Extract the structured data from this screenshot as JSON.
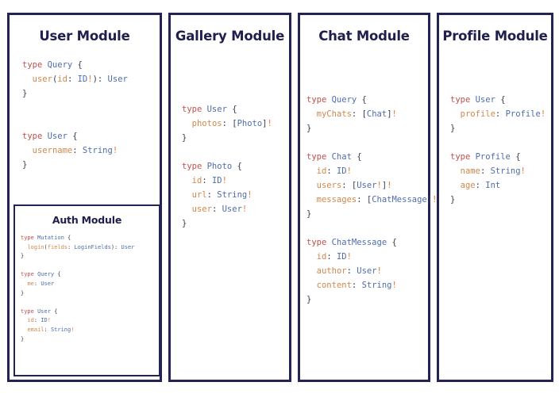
{
  "page": {
    "background_color": "#ffffff",
    "border_color": "#242454",
    "title_color": "#20204e",
    "syntax_colors": {
      "keyword": "#c0504d",
      "type": "#4e6caf",
      "field": "#d2874a",
      "punctuation": "#3b3b52",
      "bang": "#e07b39"
    }
  },
  "modules": [
    {
      "id": "user",
      "title": "User Module",
      "code_lines": [
        [
          {
            "t": "type ",
            "c": "kw"
          },
          {
            "t": "Query",
            "c": "ty"
          },
          {
            "t": " {",
            "c": "pun"
          }
        ],
        [
          {
            "t": "  ",
            "c": "pun"
          },
          {
            "t": "user",
            "c": "fld"
          },
          {
            "t": "(",
            "c": "pun"
          },
          {
            "t": "id",
            "c": "fld"
          },
          {
            "t": ": ",
            "c": "pun"
          },
          {
            "t": "ID",
            "c": "ty"
          },
          {
            "t": "!",
            "c": "bang"
          },
          {
            "t": "): ",
            "c": "pun"
          },
          {
            "t": "User",
            "c": "ty"
          }
        ],
        [
          {
            "t": "}",
            "c": "pun"
          }
        ],
        [
          {
            "t": "",
            "c": "pun"
          }
        ],
        [
          {
            "t": "",
            "c": "pun"
          }
        ],
        [
          {
            "t": "type ",
            "c": "kw"
          },
          {
            "t": "User",
            "c": "ty"
          },
          {
            "t": " {",
            "c": "pun"
          }
        ],
        [
          {
            "t": "  ",
            "c": "pun"
          },
          {
            "t": "username",
            "c": "fld"
          },
          {
            "t": ": ",
            "c": "pun"
          },
          {
            "t": "String",
            "c": "ty"
          },
          {
            "t": "!",
            "c": "bang"
          }
        ],
        [
          {
            "t": "}",
            "c": "pun"
          }
        ]
      ]
    },
    {
      "id": "gallery",
      "title": "Gallery Module",
      "code_lines": [
        [
          {
            "t": "type ",
            "c": "kw"
          },
          {
            "t": "User",
            "c": "ty"
          },
          {
            "t": " {",
            "c": "pun"
          }
        ],
        [
          {
            "t": "  ",
            "c": "pun"
          },
          {
            "t": "photos",
            "c": "fld"
          },
          {
            "t": ": [",
            "c": "pun"
          },
          {
            "t": "Photo",
            "c": "ty"
          },
          {
            "t": "]",
            "c": "pun"
          },
          {
            "t": "!",
            "c": "bang"
          }
        ],
        [
          {
            "t": "}",
            "c": "pun"
          }
        ],
        [
          {
            "t": "",
            "c": "pun"
          }
        ],
        [
          {
            "t": "type ",
            "c": "kw"
          },
          {
            "t": "Photo",
            "c": "ty"
          },
          {
            "t": " {",
            "c": "pun"
          }
        ],
        [
          {
            "t": "  ",
            "c": "pun"
          },
          {
            "t": "id",
            "c": "fld"
          },
          {
            "t": ": ",
            "c": "pun"
          },
          {
            "t": "ID",
            "c": "ty"
          },
          {
            "t": "!",
            "c": "bang"
          }
        ],
        [
          {
            "t": "  ",
            "c": "pun"
          },
          {
            "t": "url",
            "c": "fld"
          },
          {
            "t": ": ",
            "c": "pun"
          },
          {
            "t": "String",
            "c": "ty"
          },
          {
            "t": "!",
            "c": "bang"
          }
        ],
        [
          {
            "t": "  ",
            "c": "pun"
          },
          {
            "t": "user",
            "c": "fld"
          },
          {
            "t": ": ",
            "c": "pun"
          },
          {
            "t": "User",
            "c": "ty"
          },
          {
            "t": "!",
            "c": "bang"
          }
        ],
        [
          {
            "t": "}",
            "c": "pun"
          }
        ]
      ]
    },
    {
      "id": "chat",
      "title": "Chat Module",
      "code_lines": [
        [
          {
            "t": "type ",
            "c": "kw"
          },
          {
            "t": "Query",
            "c": "ty"
          },
          {
            "t": " {",
            "c": "pun"
          }
        ],
        [
          {
            "t": "  ",
            "c": "pun"
          },
          {
            "t": "myChats",
            "c": "fld"
          },
          {
            "t": ": [",
            "c": "pun"
          },
          {
            "t": "Chat",
            "c": "ty"
          },
          {
            "t": "]",
            "c": "pun"
          },
          {
            "t": "!",
            "c": "bang"
          }
        ],
        [
          {
            "t": "}",
            "c": "pun"
          }
        ],
        [
          {
            "t": "",
            "c": "pun"
          }
        ],
        [
          {
            "t": "type ",
            "c": "kw"
          },
          {
            "t": "Chat",
            "c": "ty"
          },
          {
            "t": " {",
            "c": "pun"
          }
        ],
        [
          {
            "t": "  ",
            "c": "pun"
          },
          {
            "t": "id",
            "c": "fld"
          },
          {
            "t": ": ",
            "c": "pun"
          },
          {
            "t": "ID",
            "c": "ty"
          },
          {
            "t": "!",
            "c": "bang"
          }
        ],
        [
          {
            "t": "  ",
            "c": "pun"
          },
          {
            "t": "users",
            "c": "fld"
          },
          {
            "t": ": [",
            "c": "pun"
          },
          {
            "t": "User",
            "c": "ty"
          },
          {
            "t": "!",
            "c": "bang"
          },
          {
            "t": "]",
            "c": "pun"
          },
          {
            "t": "!",
            "c": "bang"
          }
        ],
        [
          {
            "t": "  ",
            "c": "pun"
          },
          {
            "t": "messages",
            "c": "fld"
          },
          {
            "t": ": [",
            "c": "pun"
          },
          {
            "t": "ChatMessage",
            "c": "ty"
          },
          {
            "t": "]",
            "c": "pun"
          },
          {
            "t": "!",
            "c": "bang"
          }
        ],
        [
          {
            "t": "}",
            "c": "pun"
          }
        ],
        [
          {
            "t": "",
            "c": "pun"
          }
        ],
        [
          {
            "t": "type ",
            "c": "kw"
          },
          {
            "t": "ChatMessage",
            "c": "ty"
          },
          {
            "t": " {",
            "c": "pun"
          }
        ],
        [
          {
            "t": "  ",
            "c": "pun"
          },
          {
            "t": "id",
            "c": "fld"
          },
          {
            "t": ": ",
            "c": "pun"
          },
          {
            "t": "ID",
            "c": "ty"
          },
          {
            "t": "!",
            "c": "bang"
          }
        ],
        [
          {
            "t": "  ",
            "c": "pun"
          },
          {
            "t": "author",
            "c": "fld"
          },
          {
            "t": ": ",
            "c": "pun"
          },
          {
            "t": "User",
            "c": "ty"
          },
          {
            "t": "!",
            "c": "bang"
          }
        ],
        [
          {
            "t": "  ",
            "c": "pun"
          },
          {
            "t": "content",
            "c": "fld"
          },
          {
            "t": ": ",
            "c": "pun"
          },
          {
            "t": "String",
            "c": "ty"
          },
          {
            "t": "!",
            "c": "bang"
          }
        ],
        [
          {
            "t": "}",
            "c": "pun"
          }
        ]
      ]
    },
    {
      "id": "profile",
      "title": "Profile Module",
      "code_lines": [
        [
          {
            "t": "type ",
            "c": "kw"
          },
          {
            "t": "User",
            "c": "ty"
          },
          {
            "t": " {",
            "c": "pun"
          }
        ],
        [
          {
            "t": "  ",
            "c": "pun"
          },
          {
            "t": "profile",
            "c": "fld"
          },
          {
            "t": ": ",
            "c": "pun"
          },
          {
            "t": "Profile",
            "c": "ty"
          },
          {
            "t": "!",
            "c": "bang"
          }
        ],
        [
          {
            "t": "}",
            "c": "pun"
          }
        ],
        [
          {
            "t": "",
            "c": "pun"
          }
        ],
        [
          {
            "t": "type ",
            "c": "kw"
          },
          {
            "t": "Profile",
            "c": "ty"
          },
          {
            "t": " {",
            "c": "pun"
          }
        ],
        [
          {
            "t": "  ",
            "c": "pun"
          },
          {
            "t": "name",
            "c": "fld"
          },
          {
            "t": ": ",
            "c": "pun"
          },
          {
            "t": "String",
            "c": "ty"
          },
          {
            "t": "!",
            "c": "bang"
          }
        ],
        [
          {
            "t": "  ",
            "c": "pun"
          },
          {
            "t": "age",
            "c": "fld"
          },
          {
            "t": ": ",
            "c": "pun"
          },
          {
            "t": "Int",
            "c": "ty"
          }
        ],
        [
          {
            "t": "}",
            "c": "pun"
          }
        ]
      ]
    }
  ],
  "nested_modules": [
    {
      "id": "auth",
      "parent": "user",
      "title": "Auth Module",
      "code_lines": [
        [
          {
            "t": "type ",
            "c": "kw"
          },
          {
            "t": "Mutation",
            "c": "ty"
          },
          {
            "t": " {",
            "c": "pun"
          }
        ],
        [
          {
            "t": "  ",
            "c": "pun"
          },
          {
            "t": "login",
            "c": "fld"
          },
          {
            "t": "(",
            "c": "pun"
          },
          {
            "t": "fields",
            "c": "fld"
          },
          {
            "t": ": ",
            "c": "pun"
          },
          {
            "t": "LoginFields",
            "c": "ty"
          },
          {
            "t": "): ",
            "c": "pun"
          },
          {
            "t": "User",
            "c": "ty"
          }
        ],
        [
          {
            "t": "}",
            "c": "pun"
          }
        ],
        [
          {
            "t": "",
            "c": "pun"
          }
        ],
        [
          {
            "t": "type ",
            "c": "kw"
          },
          {
            "t": "Query",
            "c": "ty"
          },
          {
            "t": " {",
            "c": "pun"
          }
        ],
        [
          {
            "t": "  ",
            "c": "pun"
          },
          {
            "t": "me",
            "c": "fld"
          },
          {
            "t": ": ",
            "c": "pun"
          },
          {
            "t": "User",
            "c": "ty"
          }
        ],
        [
          {
            "t": "}",
            "c": "pun"
          }
        ],
        [
          {
            "t": "",
            "c": "pun"
          }
        ],
        [
          {
            "t": "type ",
            "c": "kw"
          },
          {
            "t": "User",
            "c": "ty"
          },
          {
            "t": " {",
            "c": "pun"
          }
        ],
        [
          {
            "t": "  ",
            "c": "pun"
          },
          {
            "t": "id",
            "c": "fld"
          },
          {
            "t": ": ",
            "c": "pun"
          },
          {
            "t": "ID",
            "c": "ty"
          },
          {
            "t": "!",
            "c": "bang"
          }
        ],
        [
          {
            "t": "  ",
            "c": "pun"
          },
          {
            "t": "email",
            "c": "fld"
          },
          {
            "t": ": ",
            "c": "pun"
          },
          {
            "t": "String",
            "c": "ty"
          },
          {
            "t": "!",
            "c": "bang"
          }
        ],
        [
          {
            "t": "}",
            "c": "pun"
          }
        ]
      ]
    }
  ]
}
